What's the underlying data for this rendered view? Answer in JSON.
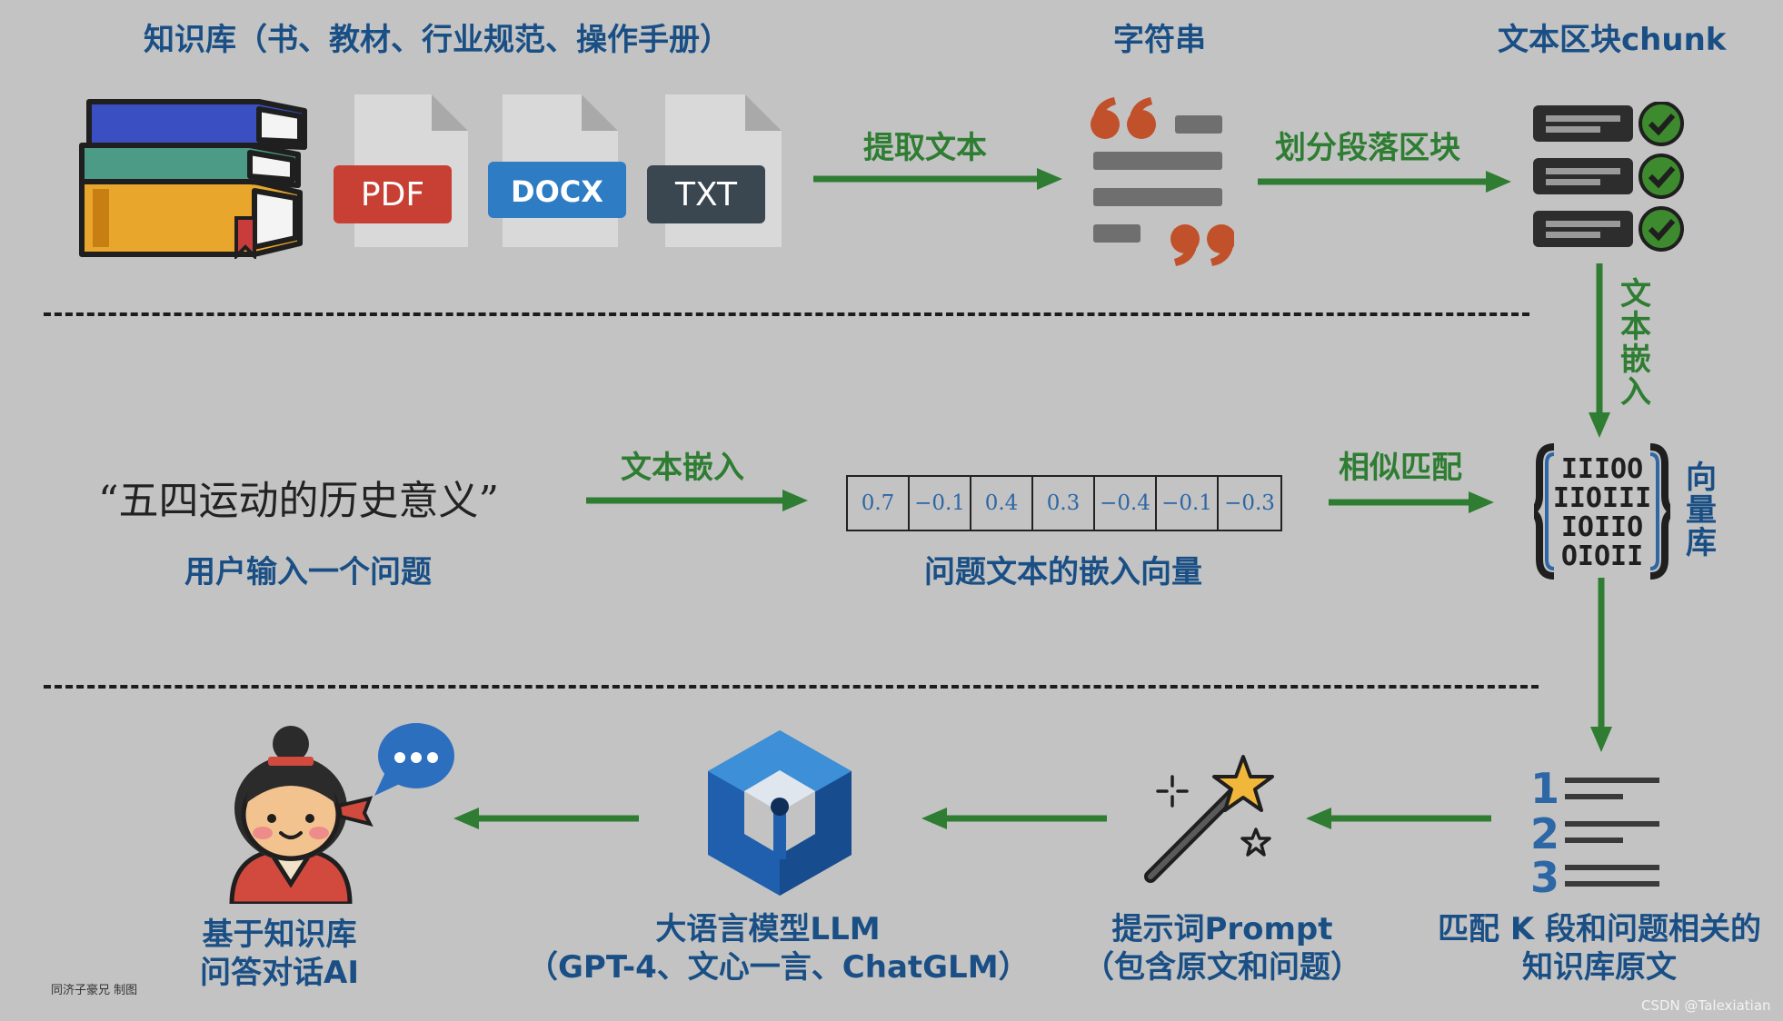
{
  "labels": {
    "knowledge_base": "知识库（书、教材、行业规范、操作手册）",
    "string": "字符串",
    "chunk": "文本区块chunk",
    "extract_text": "提取文本",
    "split_paragraphs": "划分段落区块",
    "text_embedding_vertical": "文本嵌入",
    "vector_db": "向量库",
    "query_text": "“五四运动的历史意义”",
    "user_input": "用户输入一个问题",
    "text_embedding": "文本嵌入",
    "question_vector": "问题文本的嵌入向量",
    "similarity_match": "相似匹配",
    "match_k_line1": "匹配 K 段和问题相关的",
    "match_k_line2": "知识库原文",
    "prompt_line1": "提示词Prompt",
    "prompt_line2": "（包含原文和问题）",
    "llm_line1": "大语言模型LLM",
    "llm_line2": "（GPT-4、文心一言、ChatGLM）",
    "qa_line1": "基于知识库",
    "qa_line2": "问答对话AI"
  },
  "files": [
    "PDF",
    "DOCX",
    "TXT"
  ],
  "vector": [
    "0.7",
    "−0.1",
    "0.4",
    "0.3",
    "−0.4",
    "−0.1",
    "−0.3"
  ],
  "vector_db_bits": [
    "IIIOO",
    "IIOIII",
    "IOIIO",
    "OIOII"
  ],
  "list_numbers": [
    "1",
    "2",
    "3"
  ],
  "watermark_left": "同济子豪兄 制图",
  "watermark_right": "CSDN @Talexiatian",
  "icons": {
    "books": "books-icon",
    "pdf": "pdf-file-icon",
    "docx": "docx-file-icon",
    "txt": "txt-file-icon",
    "quote": "quote-lines-icon",
    "chunk": "chunk-list-check-icon",
    "vector_db": "vector-database-icon",
    "numbered_list": "numbered-list-icon",
    "magic_wand": "magic-wand-icon",
    "llm": "llm-cube-icon",
    "character": "character-avatar-icon",
    "chat_bubble": "chat-bubble-icon"
  },
  "colors": {
    "background": "#c3c3c3",
    "label_blue": "#1a4f85",
    "arrow_green": "#2e7d32",
    "pdf_red": "#c84033",
    "docx_blue": "#2d7cc4",
    "txt_dark": "#3a4650",
    "llm_blue": "#1f5fae"
  }
}
